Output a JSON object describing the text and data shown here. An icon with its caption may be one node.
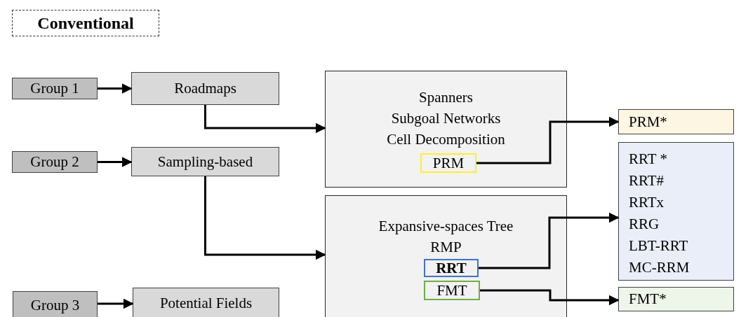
{
  "diagram": {
    "title": "Conventional",
    "nodes": [
      {
        "text": [
          "Group 1"
        ]
      },
      {
        "text": [
          "Roadmaps"
        ]
      },
      {
        "text": [
          "Group 2"
        ]
      },
      {
        "text": [
          "Sampling-based"
        ]
      },
      {
        "text": [
          "Spanners",
          "Subgoal Networks",
          "Cell Decomposition"
        ]
      },
      {
        "text": [
          "PRM"
        ],
        "in": 4
      },
      {
        "text": [
          "PRM*"
        ]
      },
      {
        "text": [
          "RRT *",
          "RRT#",
          "RRTx",
          "RRG",
          "LBT-RRT",
          "MC-RRM"
        ]
      },
      {
        "text": [
          "Expansive-spaces Tree",
          "RMP"
        ]
      },
      {
        "text": [
          "RRT"
        ],
        "in": 8
      },
      {
        "text": [
          "FMT"
        ],
        "in": 8
      },
      {
        "text": [
          "Group 3"
        ]
      },
      {
        "text": [
          "Potential Fields"
        ]
      },
      {
        "text": [
          "FMT*"
        ]
      }
    ],
    "edges": [
      {
        "from": 0,
        "to": 1,
        "arrow": "to"
      },
      {
        "from": 2,
        "to": 3,
        "arrow": "to"
      },
      {
        "from": 11,
        "to": 12,
        "arrow": "to"
      },
      {
        "from": 1,
        "to": 4,
        "arrow": "to"
      },
      {
        "from": 3,
        "to": 8,
        "arrow": "to"
      },
      {
        "from": 5,
        "to": 6,
        "arrow": "to"
      },
      {
        "from": 9,
        "to": 7,
        "arrow": "to"
      },
      {
        "from": 10,
        "to": 13,
        "arrow": "to"
      }
    ]
  }
}
